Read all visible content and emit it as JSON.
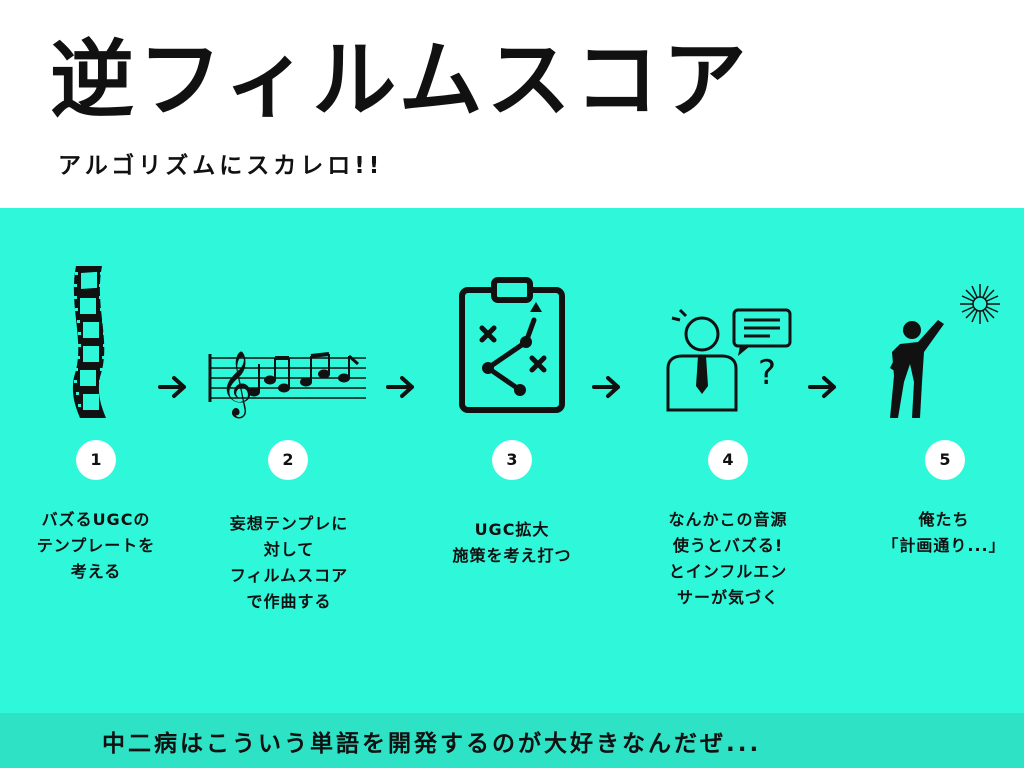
{
  "header": {
    "title": "逆フィルムスコア",
    "subtitle": "アルゴリズムにスカレロ!!"
  },
  "steps": [
    {
      "number": "1",
      "icon": "film-strip-icon",
      "lines": [
        "バズるUGCの",
        "テンプレートを",
        "考える"
      ]
    },
    {
      "number": "2",
      "icon": "music-notes-icon",
      "lines": [
        "妄想テンプレに",
        "対して",
        "フィルムスコア",
        "で作曲する"
      ]
    },
    {
      "number": "3",
      "icon": "strategy-clipboard-icon",
      "lines": [
        "UGC拡大",
        "施策を考え打つ"
      ]
    },
    {
      "number": "4",
      "icon": "person-speech-question-icon",
      "lines": [
        "なんかこの音源",
        "使うとバズる!",
        "とインフルエン",
        "サーが気づく"
      ]
    },
    {
      "number": "5",
      "icon": "person-pointing-star-icon",
      "lines": [
        "俺たち",
        "「計画通り...」"
      ]
    }
  ],
  "footer": {
    "text": "中二病はこういう単語を開発するのが大好きなんだぜ..."
  },
  "colors": {
    "panel": "#2ff7da",
    "footer": "#2ee2c6",
    "ink": "#111111",
    "badge": "#ffffff"
  }
}
